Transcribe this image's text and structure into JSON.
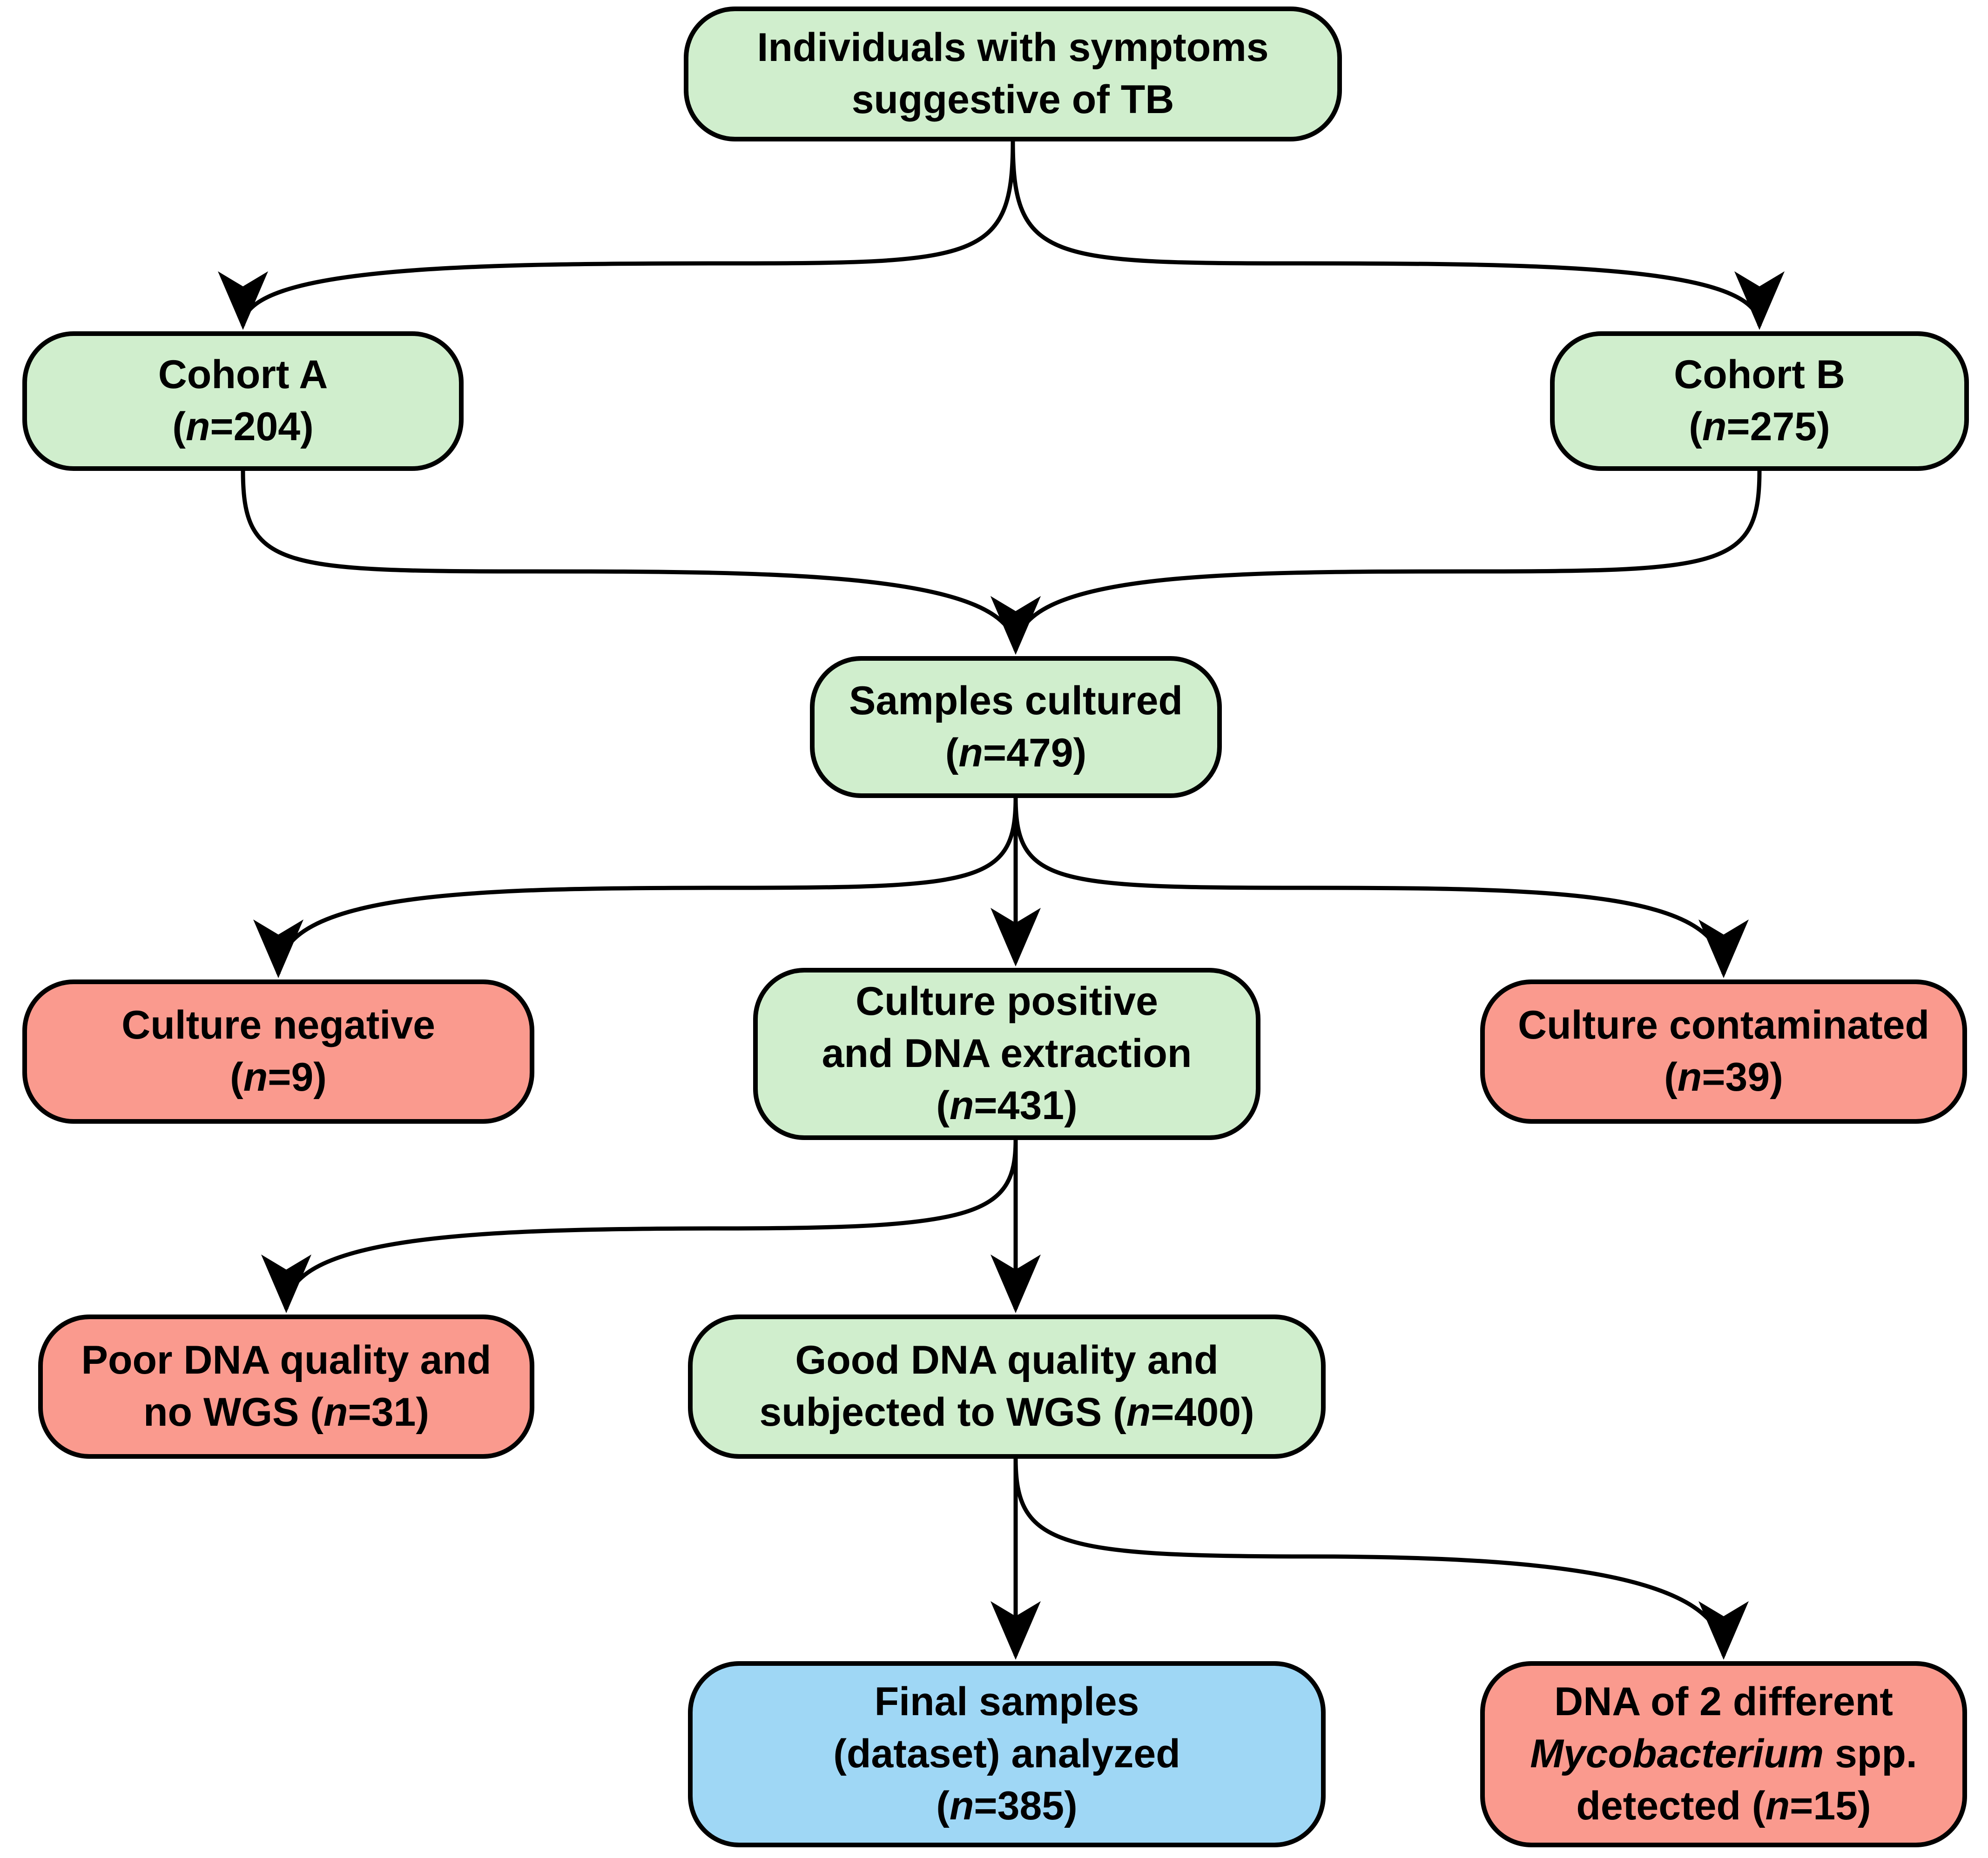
{
  "diagram": {
    "title": "TB study sample flow diagram",
    "type": "flowchart",
    "colors": {
      "green_fill": "#d0eecd",
      "red_fill": "#fa9a8e",
      "blue_fill": "#9fd7f5",
      "stroke": "#000000",
      "background": "#ffffff",
      "text": "#000000"
    }
  },
  "nodes": {
    "root": {
      "id": "individuals-with-symptoms",
      "color": "green",
      "line1": "Individuals with symptoms",
      "line2": "suggestive of TB"
    },
    "cohort_a": {
      "id": "cohort-a",
      "color": "green",
      "line1": "Cohort A",
      "n_prefix": "(",
      "n_italic": "n",
      "n_value": "=204)"
    },
    "cohort_b": {
      "id": "cohort-b",
      "color": "green",
      "line1": "Cohort B",
      "n_prefix": "(",
      "n_italic": "n",
      "n_value": "=275)"
    },
    "samples_cultured": {
      "id": "samples-cultured",
      "color": "green",
      "line1": "Samples cultured",
      "n_prefix": "(",
      "n_italic": "n",
      "n_value": "=479)"
    },
    "culture_negative": {
      "id": "culture-negative",
      "color": "red",
      "line1": "Culture negative",
      "n_prefix": "(",
      "n_italic": "n",
      "n_value": "=9)"
    },
    "culture_positive": {
      "id": "culture-positive-and-dna-extraction",
      "color": "green",
      "line1": "Culture positive",
      "line2": "and DNA extraction",
      "n_prefix": "(",
      "n_italic": "n",
      "n_value": "=431)"
    },
    "culture_contaminated": {
      "id": "culture-contaminated",
      "color": "red",
      "line1": "Culture contaminated",
      "n_prefix": "(",
      "n_italic": "n",
      "n_value": "=39)"
    },
    "poor_dna": {
      "id": "poor-dna-quality-no-wgs",
      "color": "red",
      "line1": "Poor DNA quality and",
      "line2_pre": "no WGS (",
      "line2_italic": "n",
      "line2_post": "=31)"
    },
    "good_dna": {
      "id": "good-dna-quality-wgs",
      "color": "green",
      "line1": "Good DNA quality and",
      "line2_pre": "subjected to WGS (",
      "line2_italic": "n",
      "line2_post": "=400)"
    },
    "final_samples": {
      "id": "final-samples-analyzed",
      "color": "blue",
      "line1": "Final samples",
      "line2": "(dataset) analyzed",
      "n_prefix": "(",
      "n_italic": "n",
      "n_value": "=385)"
    },
    "mycobacterium": {
      "id": "dna-two-mycobacterium-spp-detected",
      "color": "red",
      "line1": "DNA of 2 different",
      "line2_italic": "Mycobacterium",
      "line2_post": " spp.",
      "line3_pre": "detected (",
      "line3_italic": "n",
      "line3_post": "=15)"
    }
  },
  "edges": [
    {
      "from": "individuals-with-symptoms",
      "to": "cohort-a",
      "style": "curved",
      "arrow": true
    },
    {
      "from": "individuals-with-symptoms",
      "to": "cohort-b",
      "style": "curved",
      "arrow": true
    },
    {
      "from": "cohort-a",
      "to": "samples-cultured",
      "style": "curved",
      "arrow": true
    },
    {
      "from": "cohort-b",
      "to": "samples-cultured",
      "style": "curved",
      "arrow": true
    },
    {
      "from": "samples-cultured",
      "to": "culture-negative",
      "style": "curved",
      "arrow": true
    },
    {
      "from": "samples-cultured",
      "to": "culture-positive-and-dna-extraction",
      "style": "straight",
      "arrow": true
    },
    {
      "from": "samples-cultured",
      "to": "culture-contaminated",
      "style": "curved",
      "arrow": true
    },
    {
      "from": "culture-positive-and-dna-extraction",
      "to": "poor-dna-quality-no-wgs",
      "style": "curved",
      "arrow": true
    },
    {
      "from": "culture-positive-and-dna-extraction",
      "to": "good-dna-quality-wgs",
      "style": "straight",
      "arrow": true
    },
    {
      "from": "good-dna-quality-wgs",
      "to": "final-samples-analyzed",
      "style": "straight",
      "arrow": true
    },
    {
      "from": "good-dna-quality-wgs",
      "to": "dna-two-mycobacterium-spp-detected",
      "style": "curved",
      "arrow": true
    }
  ]
}
